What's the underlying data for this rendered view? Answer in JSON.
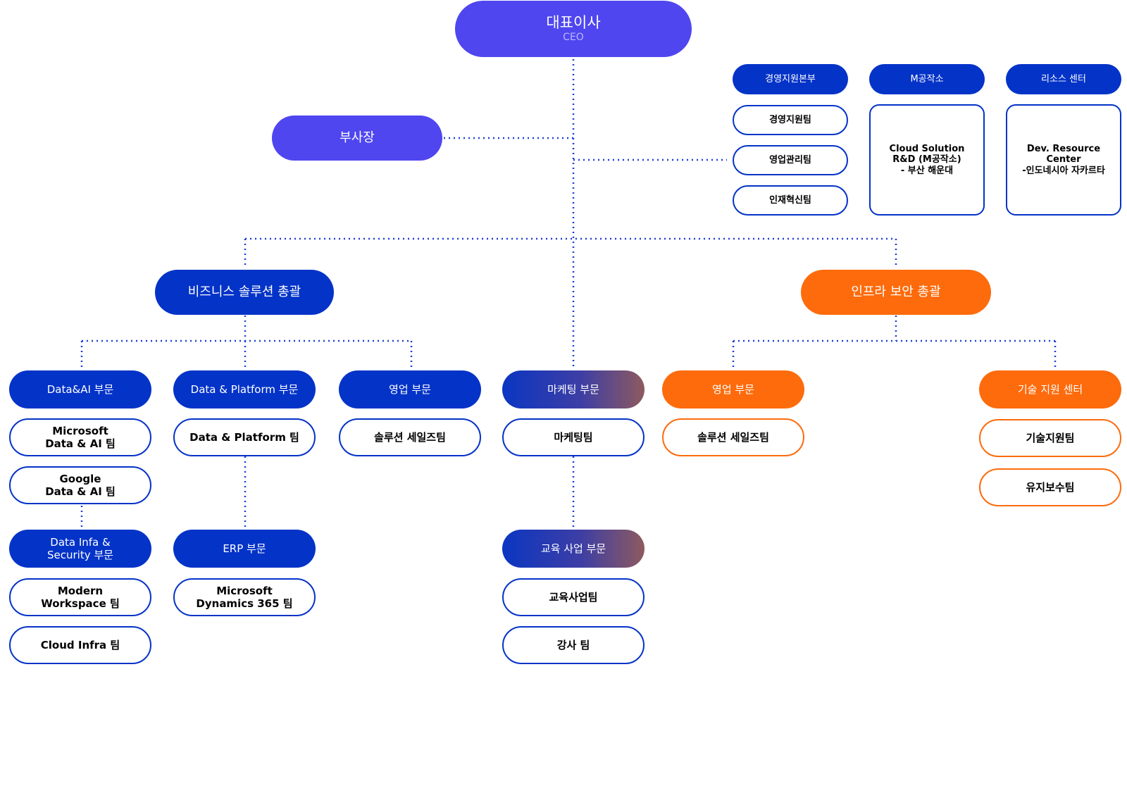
{
  "ceo": {
    "title": "대표이사",
    "subtitle": "CEO"
  },
  "vice_president": "부사장",
  "support": {
    "hq": "경영지원본부",
    "teams": [
      "경영지원팀",
      "영업관리팀",
      "인재혁신팀"
    ],
    "lab": "M공작소",
    "lab_desc": "Cloud Solution\nR&D (M공작소)\n- 부산 해운대",
    "resource": "리소스 센터",
    "resource_desc": "Dev. Resource\nCenter\n-인도네시아 자카르타"
  },
  "business": {
    "head": "비즈니스 솔루션 총괄",
    "data_ai": {
      "title": "Data&AI 부문",
      "teams": [
        "Microsoft\nData & AI 팀",
        "Google\nData & AI 팀"
      ]
    },
    "data_infra": {
      "title": "Data Infa &\nSecurity  부문",
      "teams": [
        "Modern\nWorkspace 팀",
        "Cloud Infra 팀"
      ]
    },
    "data_platform": {
      "title": "Data & Platform 부문",
      "teams": [
        "Data & Platform  팀"
      ]
    },
    "erp": {
      "title": "ERP 부문",
      "teams": [
        "Microsoft\nDynamics 365 팀"
      ]
    },
    "sales": {
      "title": "영업 부문",
      "teams": [
        "솔루션 세일즈팀"
      ]
    }
  },
  "marketing": {
    "title": "마케팅 부문",
    "teams": [
      "마케팅팀"
    ]
  },
  "education": {
    "title": "교육 사업 부문",
    "teams": [
      "교육사업팀",
      "강사 팀"
    ]
  },
  "infra": {
    "head": "인프라 보안 총괄",
    "sales": {
      "title": "영업 부문",
      "teams": [
        "솔루션 세일즈팀"
      ]
    },
    "tech": {
      "title": "기술 지원 센터",
      "teams": [
        "기술지원팀",
        "유지보수팀"
      ]
    }
  },
  "colors": {
    "purple": "#4f46f0",
    "blue": "#0433c8",
    "orange": "#fd6b0c",
    "line": "#1f3fd6"
  }
}
